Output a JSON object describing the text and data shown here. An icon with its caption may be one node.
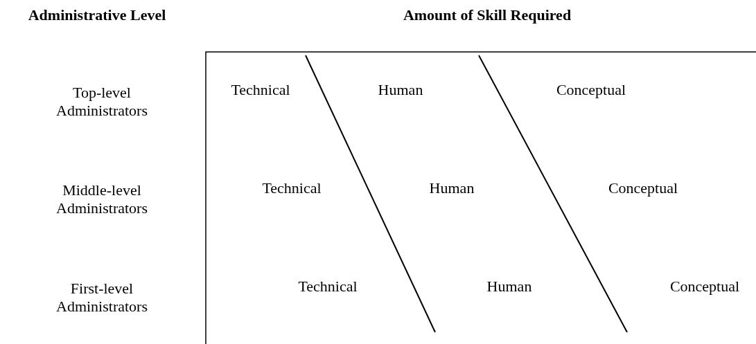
{
  "diagram": {
    "labels": [
      "Administrative Level",
      "Amount of Skill Required",
      "Top-level Administrators",
      "Technical",
      "Human",
      "Conceptual",
      "Middle-level Administrators",
      "Technical",
      "Human",
      "Conceptual",
      "First-level Administrators",
      "Technical",
      "Human",
      "Conceptual"
    ]
  }
}
